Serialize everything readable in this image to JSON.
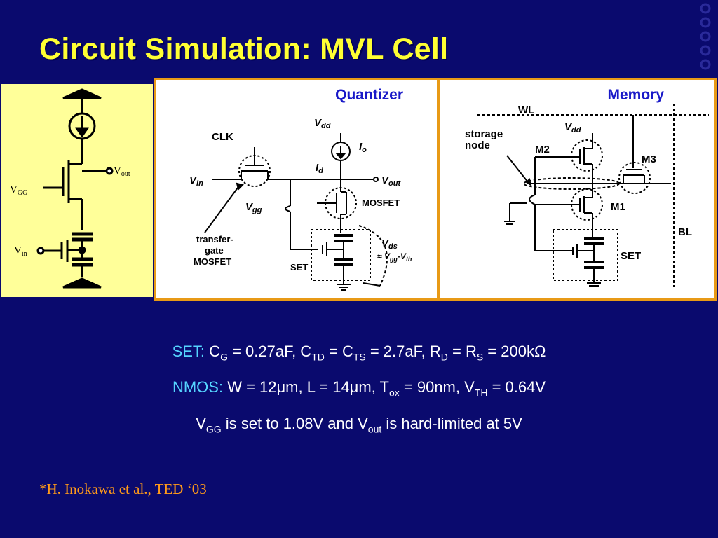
{
  "slide": {
    "title": "Circuit Simulation: MVL Cell",
    "citation": "*H. Inokawa et al., TED ‘03"
  },
  "left_circuit": {
    "vgg": "V",
    "vgg_sub": "GG",
    "vout": "V",
    "vout_sub": "out",
    "vin": "V",
    "vin_sub": "in"
  },
  "quantizer": {
    "label": "Quantizer",
    "clk": "CLK",
    "vdd": "V",
    "vdd_sub": "dd",
    "io": "I",
    "io_sub": "o",
    "id": "I",
    "id_sub": "d",
    "vin": "V",
    "vin_sub": "in",
    "vout": "V",
    "vout_sub": "out",
    "vgg": "V",
    "vgg_sub": "gg",
    "mosfet": "MOSFET",
    "tg1": "transfer-",
    "tg2": "gate",
    "tg3": "MOSFET",
    "set": "SET",
    "vds": "V",
    "vds_sub": "ds",
    "vds_eq": "≈ V",
    "vds_eq_sub1": "gg",
    "vds_eq_mid": "-V",
    "vds_eq_sub2": "th"
  },
  "memory": {
    "label": "Memory",
    "wl": "WL",
    "storage1": "storage",
    "storage2": "node",
    "vdd": "V",
    "vdd_sub": "dd",
    "m2": "M2",
    "m3": "M3",
    "m1": "M1",
    "bl": "BL",
    "set": "SET"
  },
  "params": {
    "set_key": "SET:",
    "set_cg": "C",
    "set_cg_sub": "G",
    "set_cg_val": " = 0.27aF, C",
    "set_ctd_sub": "TD",
    "set_ctd_val": " = C",
    "set_cts_sub": "TS",
    "set_cts_val": " = 2.7aF, R",
    "set_rd_sub": "D",
    "set_rd_val": " = R",
    "set_rs_sub": "S",
    "set_rs_val": " = 200kΩ",
    "nmos_key": "NMOS:",
    "nmos_text": " W = 12μm, L = 14μm, T",
    "nmos_tox_sub": "ox",
    "nmos_mid": " = 90nm, V",
    "nmos_vth_sub": "TH",
    "nmos_end": " = 0.64V",
    "vgg_v": "V",
    "vgg_sub": "GG",
    "vgg_text": " is set to 1.08V and V",
    "vout_sub": "out",
    "vout_text": " is hard-limited at 5V"
  }
}
